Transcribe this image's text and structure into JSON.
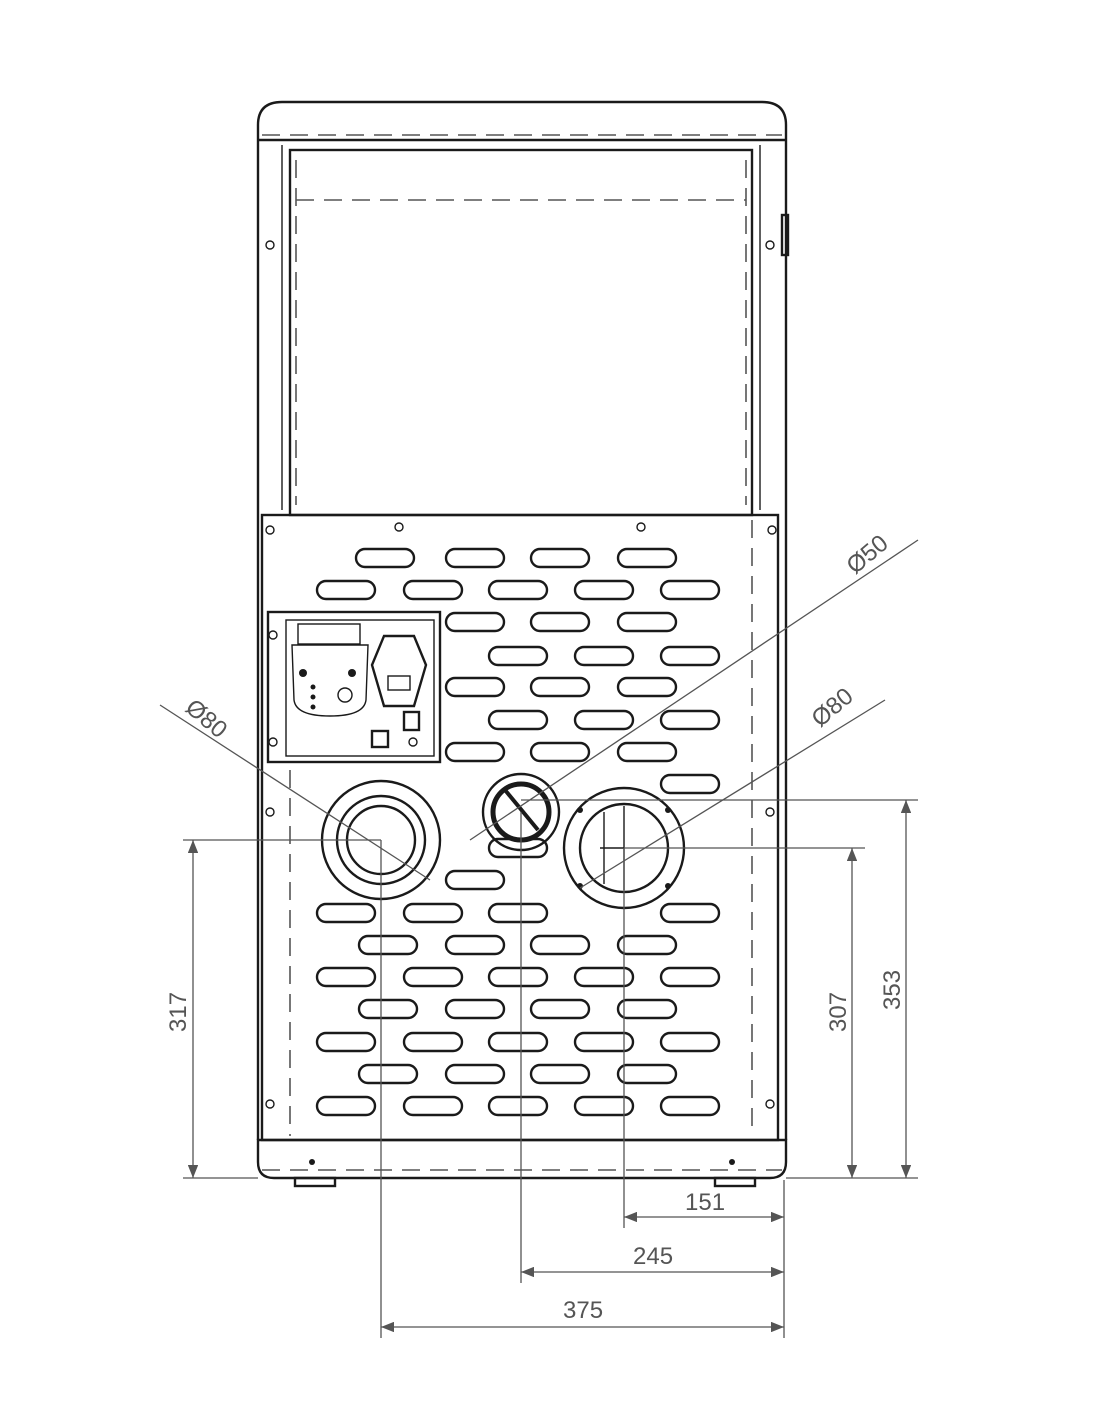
{
  "drawing": {
    "diameters": {
      "center_outlet": "Ø50",
      "left_outlet": "Ø80",
      "right_outlet": "Ø80"
    },
    "dimensions": {
      "left_height": "317",
      "right_inner_height": "307",
      "right_outer_height": "353",
      "right_offset": "151",
      "center_offset": "245",
      "left_offset": "375"
    }
  }
}
